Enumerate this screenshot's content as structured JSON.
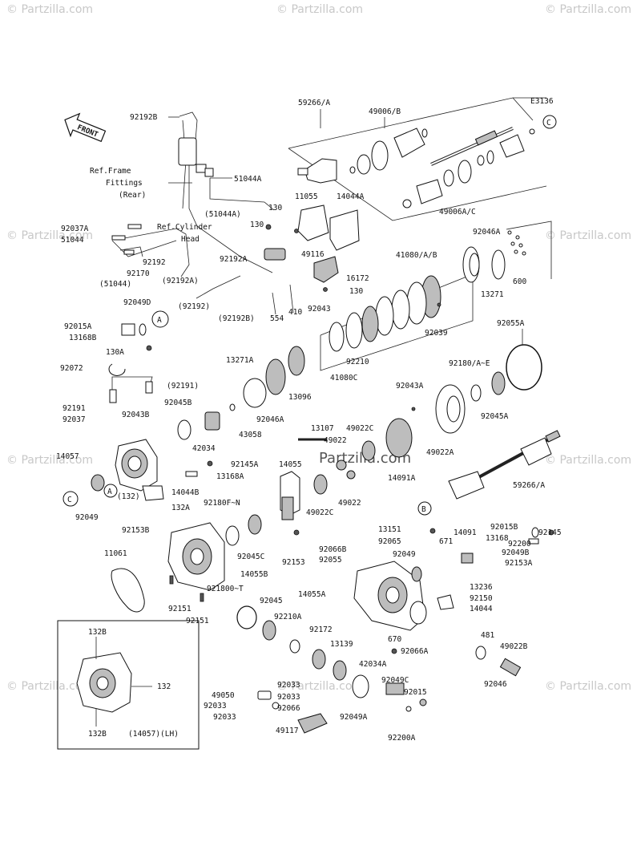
{
  "watermark": {
    "text": "© Partzilla.com",
    "center": "Partzilla.com"
  },
  "diagram_code": "E3136",
  "front_label": "FRONT",
  "refs": {
    "frame_1": "Ref.Frame",
    "frame_2": "Fittings",
    "frame_3": "(Rear)",
    "cyl_1": "Ref.Cylinder",
    "cyl_2": "Head"
  },
  "callouts": {
    "A": "A",
    "B": "B",
    "C": "C"
  },
  "labels": {
    "92192B": "92192B",
    "51044A": "51044A",
    "51044A_p": "(51044A)",
    "130_a": "130",
    "130_b": "130",
    "130_c": "130",
    "130A": "130A",
    "11055": "11055",
    "14044A": "14044A",
    "92037A": "92037A",
    "51044": "51044",
    "92192": "92192",
    "92170": "92170",
    "51044_p": "(51044)",
    "92192A": "92192A",
    "92192A_p": "(92192A)",
    "49116": "49116",
    "16172": "16172",
    "92192_p": "(92192)",
    "92192B_p": "(92192B)",
    "554": "554",
    "410": "410",
    "92043": "92043",
    "92049D": "92049D",
    "92015A": "92015A",
    "13168B": "13168B",
    "59266A_top": "59266/A",
    "49006B": "49006/B",
    "49006AC": "49006A/C",
    "92046A_a": "92046A",
    "92046A_b": "92046A",
    "41080AB": "41080/A/B",
    "13271": "13271",
    "600": "600",
    "92039": "92039",
    "92210": "92210",
    "41080C": "41080C",
    "92055A": "92055A",
    "92072": "92072",
    "13271A": "13271A",
    "13096": "13096",
    "92180AE": "92180/A~E",
    "92045A": "92045A",
    "92191_p": "(92191)",
    "92191": "92191",
    "92045B": "92045B",
    "92037": "92037",
    "92043B": "92043B",
    "42034": "42034",
    "43058": "43058",
    "92043A": "92043A",
    "13107": "13107",
    "49022C_a": "49022C",
    "49022_a": "49022",
    "49022A": "49022A",
    "14057": "14057",
    "92145A": "92145A",
    "13168A": "13168A",
    "14055": "14055",
    "14091A": "14091A",
    "59266A_mid": "59266/A",
    "14044B": "14044B",
    "92049_l": "92049",
    "132_p": "(132)",
    "132A": "132A",
    "92180FN": "92180F~N",
    "49022C_b": "49022C",
    "49022_b": "49022",
    "92015B": "92015B",
    "13168": "13168",
    "92145": "92145",
    "92153B": "92153B",
    "92045C": "92045C",
    "92153": "92153",
    "13151": "13151",
    "14091": "14091",
    "92065": "92065",
    "92200": "92200",
    "92066B": "92066B",
    "92055": "92055",
    "92049_r": "92049",
    "671": "671",
    "92049B": "92049B",
    "92153A": "92153A",
    "11061": "11061",
    "14055B": "14055B",
    "13236": "13236",
    "92180OT": "921800~T",
    "92045": "92045",
    "14055A": "14055A",
    "92150": "92150",
    "92151_a": "92151",
    "92151_b": "92151",
    "92210A": "92210A",
    "14044": "14044",
    "92172": "92172",
    "481": "481",
    "49022B": "49022B",
    "670": "670",
    "92066A": "92066A",
    "13139": "13139",
    "42034A": "42034A",
    "92046": "92046",
    "132B_top": "132B",
    "132": "132",
    "132B_bot": "132B",
    "14057LH": "(14057)(LH)",
    "92033_a": "92033",
    "49050": "49050",
    "92033_b": "92033",
    "92033_c": "92033",
    "92066": "92066",
    "92033_d": "92033",
    "49117": "49117",
    "92049C": "92049C",
    "92015": "92015",
    "92049A": "92049A",
    "92200A": "92200A"
  }
}
